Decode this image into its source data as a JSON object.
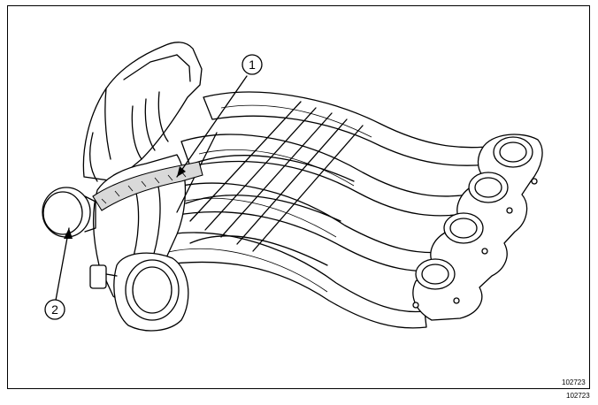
{
  "callouts": [
    {
      "label": "1"
    },
    {
      "label": "2"
    }
  ],
  "reference_inner": "102723",
  "reference_outer": "102723"
}
